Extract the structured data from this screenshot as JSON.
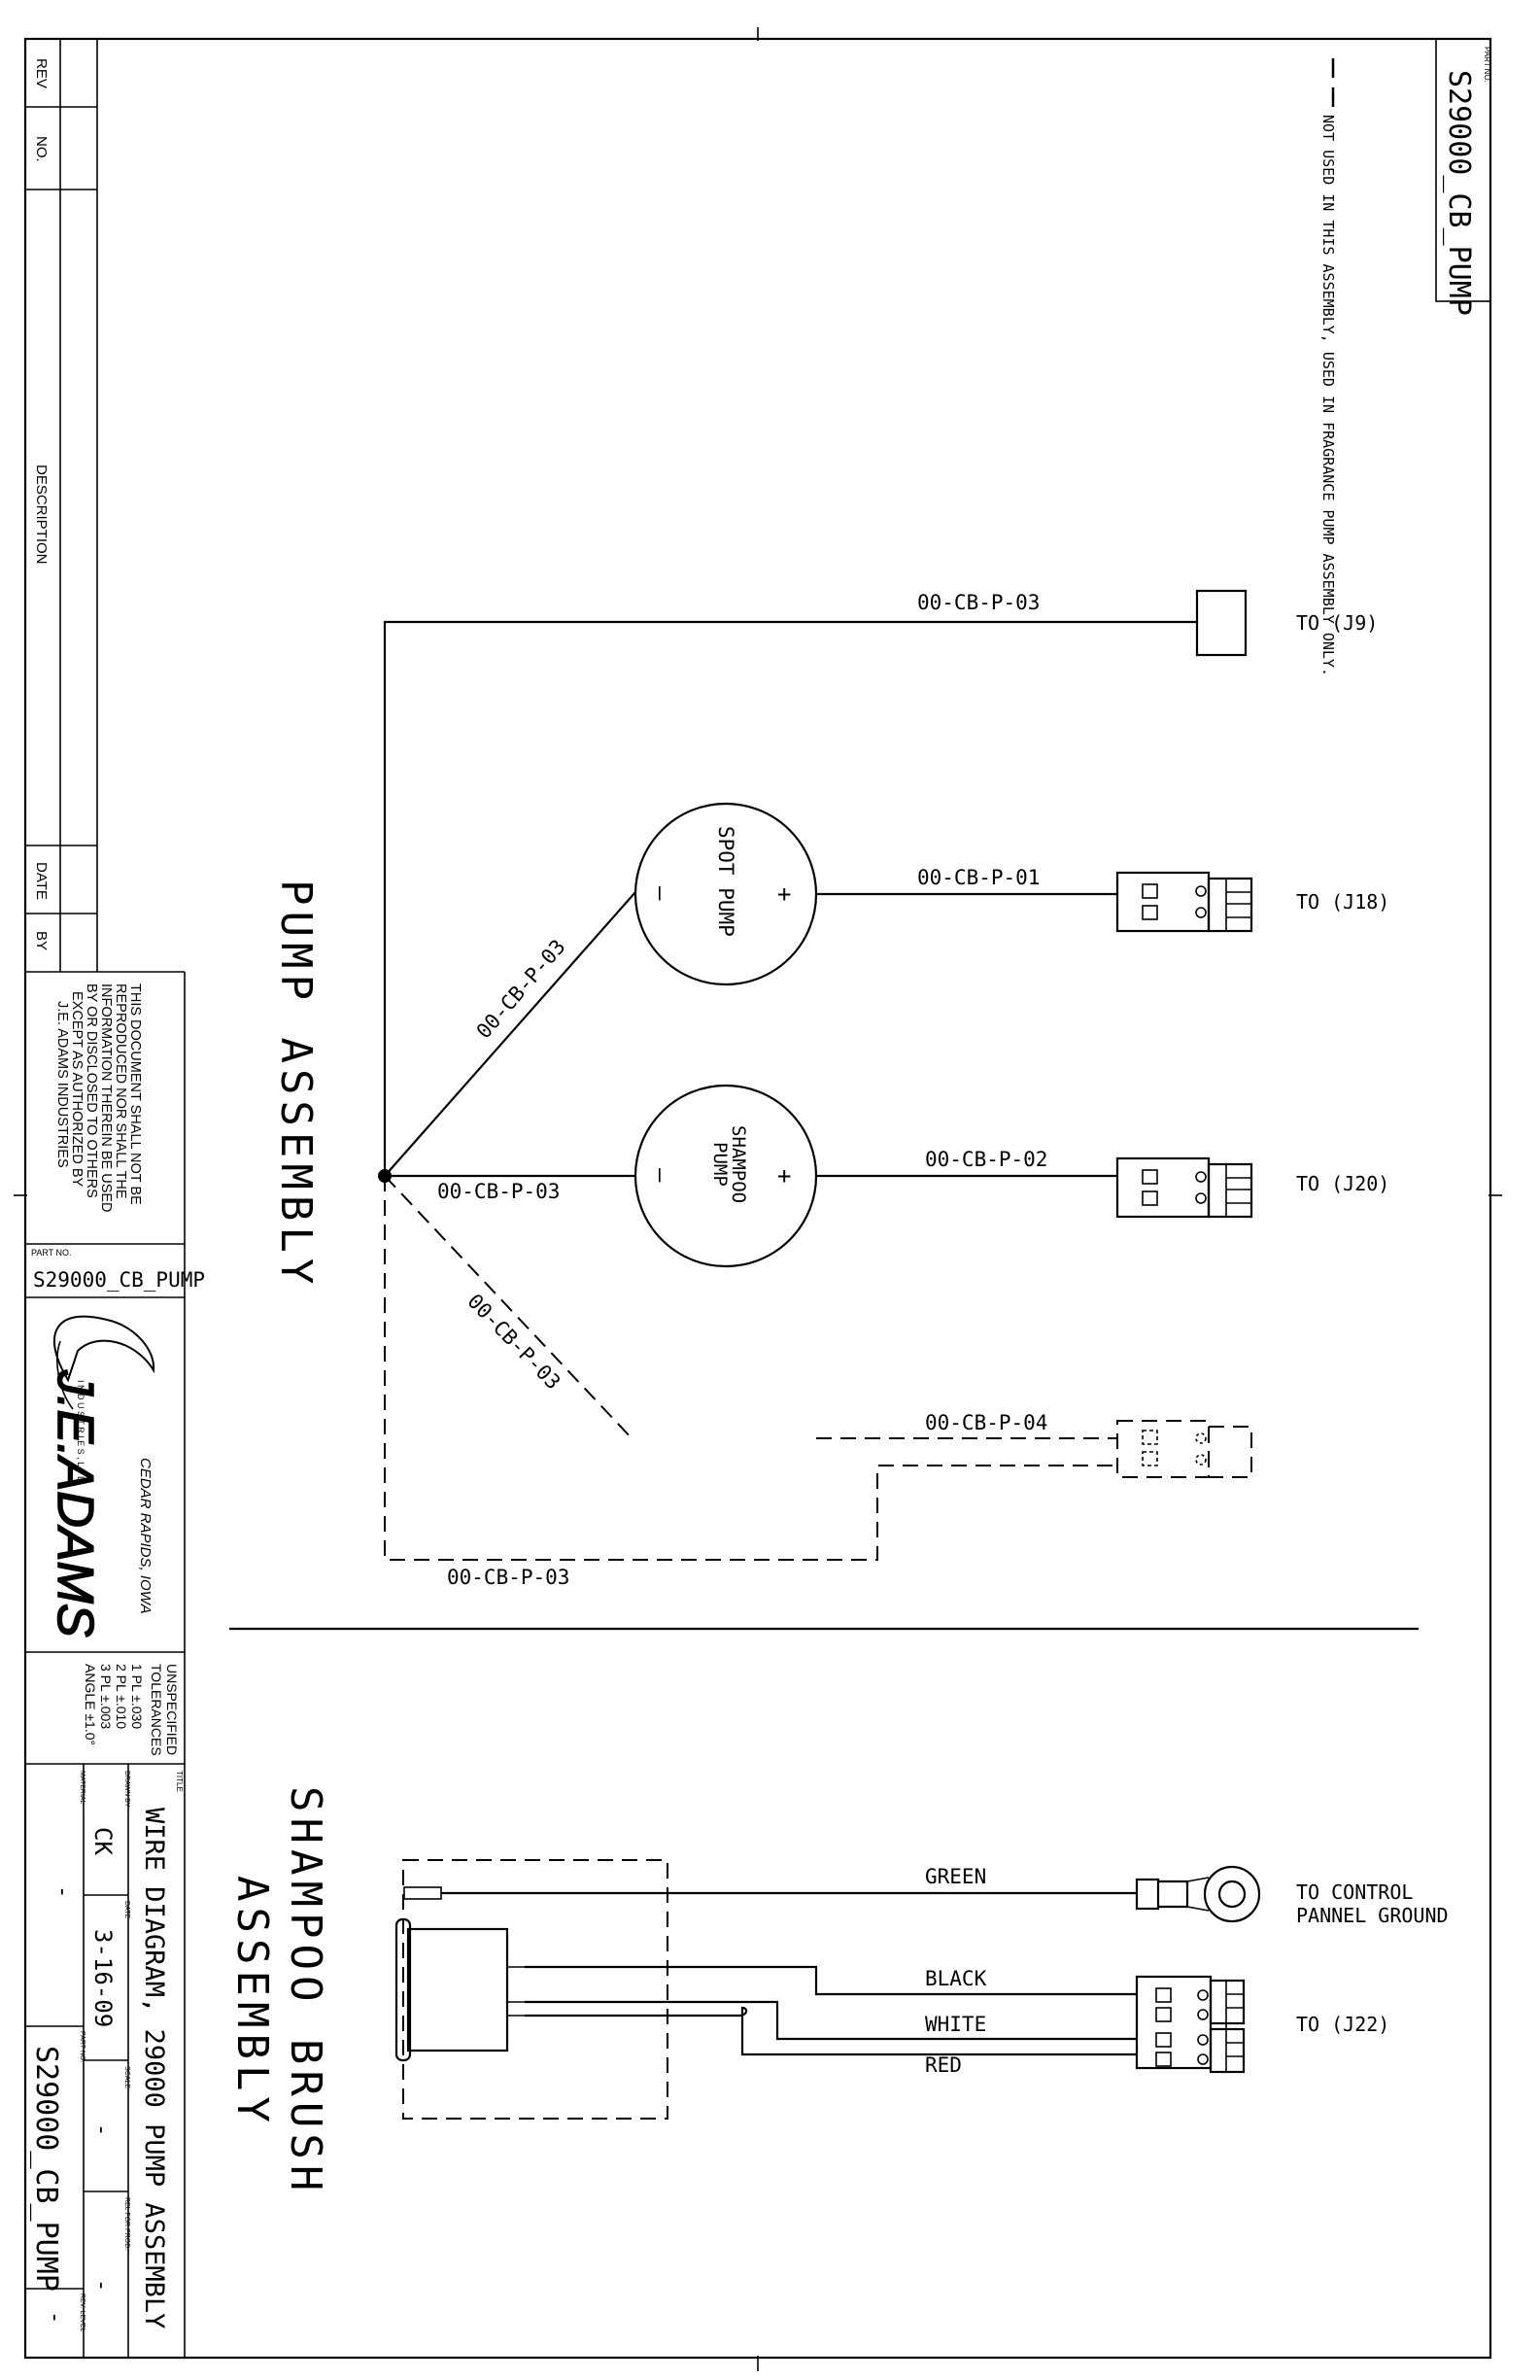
{
  "note": "NOT USED IN THIS ASSEMBLY, USED IN FRAGRANCE PUMP ASSEMBLY ONLY.",
  "part_label": "PART NO.",
  "part_no": "S29000_CB_PUMP",
  "revision_table": {
    "rev": "REV",
    "no": "NO.",
    "description": "DESCRIPTION",
    "date": "DATE",
    "by": "BY"
  },
  "disclaimer": [
    "THIS DOCUMENT SHALL NOT BE",
    "REPRODUCED NOR SHALL THE",
    "INFORMATION THEREIN BE USED",
    "BY OR DISCLOSED TO OTHERS",
    "EXCEPT AS AUTHORIZED BY",
    "J.E. ADAMS INDUSTRIES"
  ],
  "company": {
    "logo_text": "J.E.ADAMS",
    "logo_sub": "I N D U S T R I E S , L T D",
    "city": "CEDAR RAPIDS, IOWA"
  },
  "tolerances": {
    "title": "UNSPECIFIED",
    "title2": "TOLERANCES",
    "lines": [
      "1 PL ±.030",
      "2 PL ±.010",
      "3 PL ±.003",
      "ANGLE ±1.0°"
    ]
  },
  "title_block": {
    "title_label": "TITLE",
    "title": "WIRE DIAGRAM, 29000 PUMP ASSEMBLY",
    "drawn_label": "DRAWN BY",
    "drawn_by": "CK",
    "date_label": "DATE",
    "date": "3-16-09",
    "scale_label": "SCALE",
    "scale": "-",
    "rel_label": "REL FOR PROD.",
    "rel": "-",
    "material_label": "MATERIAL",
    "material": "-",
    "rev_label": "REV. LEVEL",
    "rev": "-"
  },
  "pump_assembly": {
    "heading": "PUMP ASSEMBLY",
    "spot_pump": "SPOT PUMP",
    "shampoo_pump": [
      "SHAMPOO",
      "PUMP"
    ],
    "plus": "+",
    "minus": "–",
    "wires": {
      "w03": "00-CB-P-03",
      "w01": "00-CB-P-01",
      "w02": "00-CB-P-02",
      "w04": "00-CB-P-04"
    },
    "to_j9": "TO (J9)",
    "to_j18": "TO (J18)",
    "to_j20": "TO (J20)"
  },
  "brush_assembly": {
    "heading_line1": "SHAMPOO BRUSH",
    "heading_line2": "ASSEMBLY",
    "green": "GREEN",
    "black": "BLACK",
    "white": "WHITE",
    "red": "RED",
    "ground_line1": "TO CONTROL",
    "ground_line2": "PANNEL GROUND",
    "to_j22": "TO (J22)"
  }
}
